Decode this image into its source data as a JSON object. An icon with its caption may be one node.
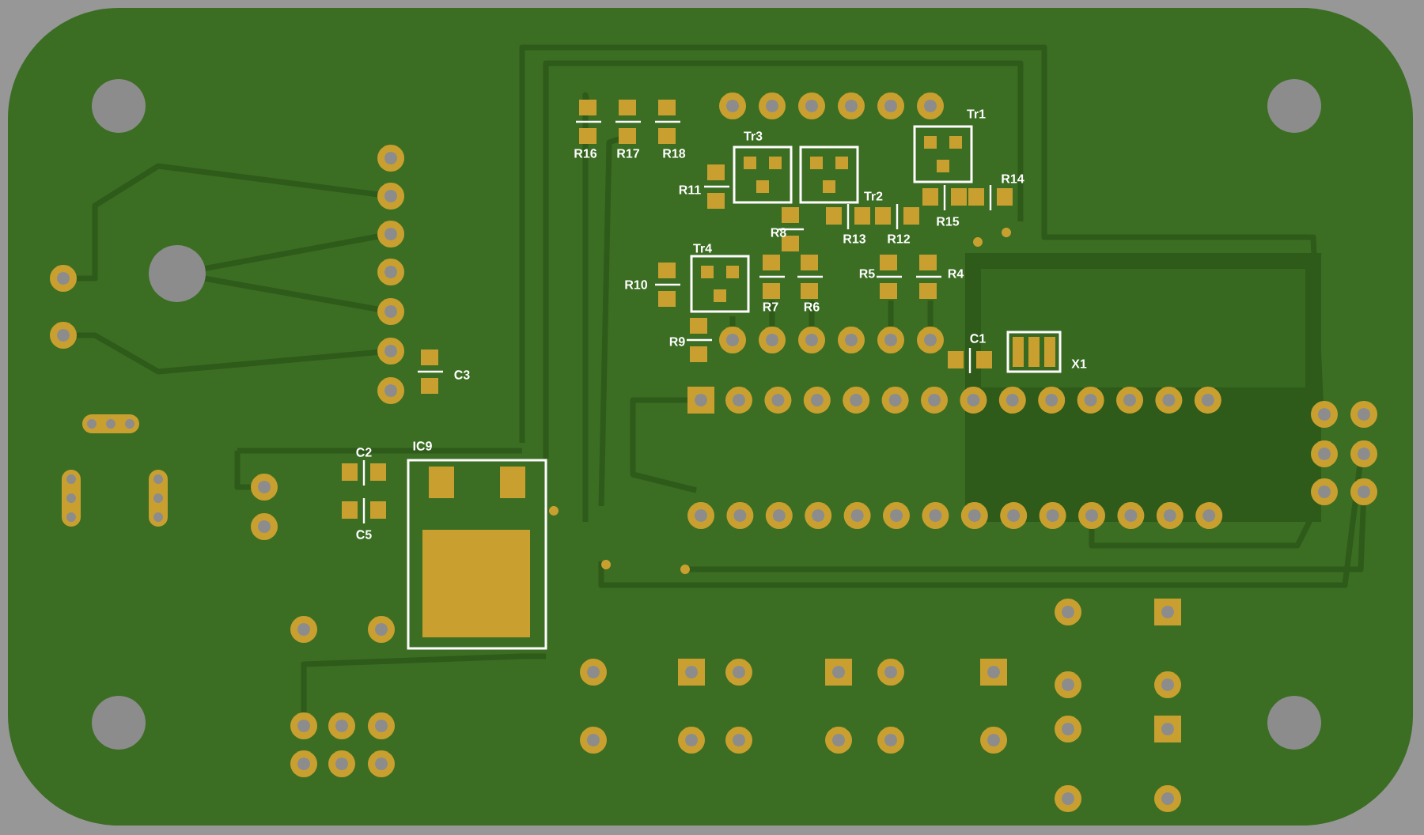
{
  "diagram": {
    "labels": [
      "R16",
      "R17",
      "R18",
      "Tr3",
      "Tr1",
      "R11",
      "Tr2",
      "R14",
      "R8",
      "R13",
      "R12",
      "R15",
      "Tr4",
      "R10",
      "R7",
      "R6",
      "R5",
      "R4",
      "R9",
      "C1",
      "X1",
      "C3",
      "IC9",
      "C2",
      "C5"
    ]
  }
}
